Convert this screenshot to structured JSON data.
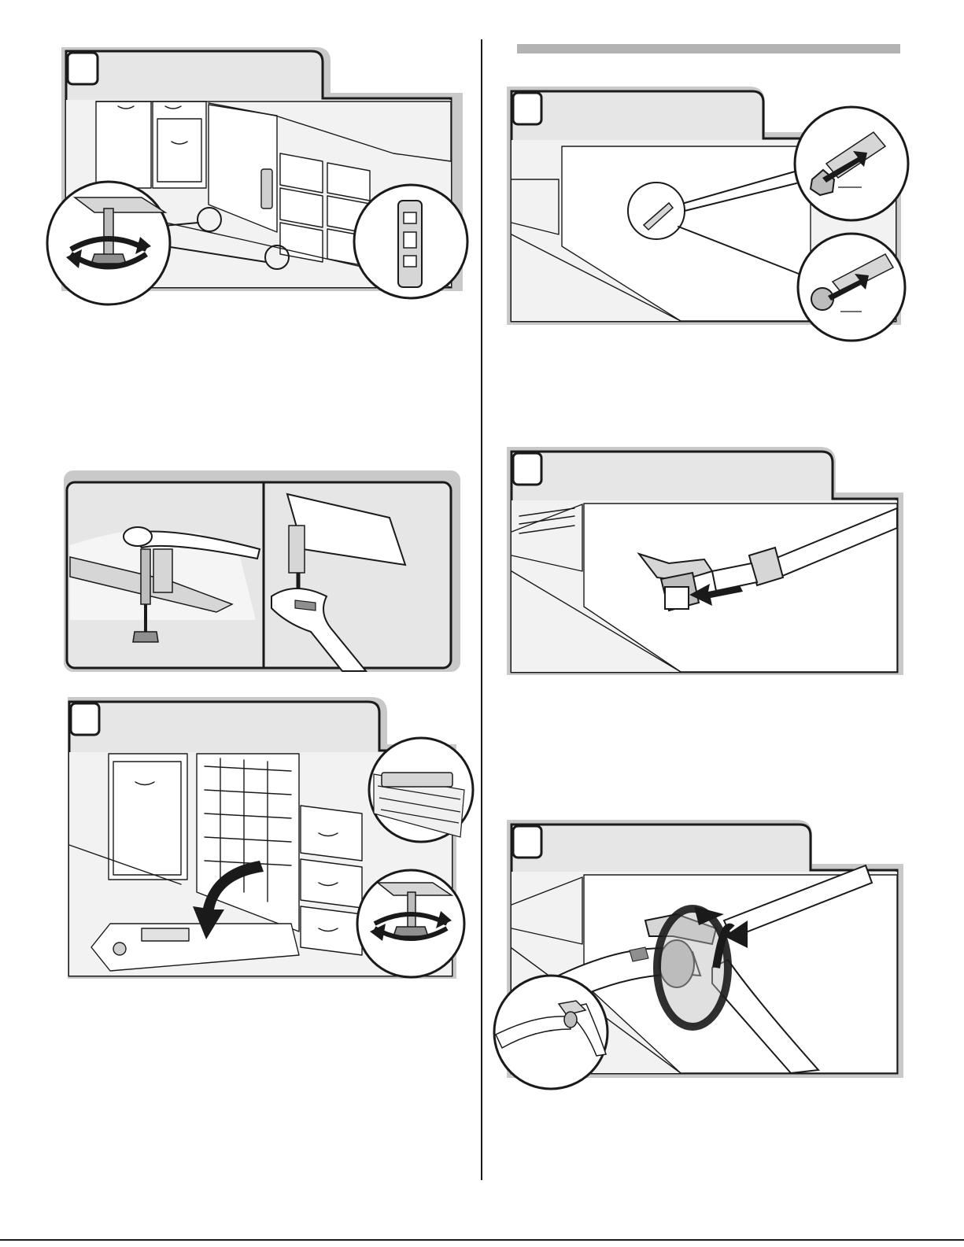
{
  "colors": {
    "ink": "#1a1a1a",
    "panel_fill": "#e6e6e6",
    "tab_shadow": "#c9c9c9",
    "section_bar": "#b3b3b3"
  },
  "figures": [
    {
      "id": "leveling-front-view",
      "icons": [
        "leveling-leg-rotate-icon",
        "door-latch-detail-icon"
      ]
    },
    {
      "id": "leveling-wrench-views",
      "icons": [
        "wrench-icon",
        "adjustable-wrench-icon"
      ]
    },
    {
      "id": "door-open-leveling-view",
      "icons": [
        "down-arrow-icon",
        "leveling-leg-rotate-icon"
      ]
    },
    {
      "id": "water-inlet-fitting",
      "icons": [
        "fitting-detail-icon"
      ]
    },
    {
      "id": "connect-water-line",
      "icons": [
        "push-arrow-icon"
      ]
    },
    {
      "id": "tighten-fitting",
      "icons": [
        "rotate-arrow-icon",
        "adjustable-wrench-icon"
      ]
    }
  ]
}
